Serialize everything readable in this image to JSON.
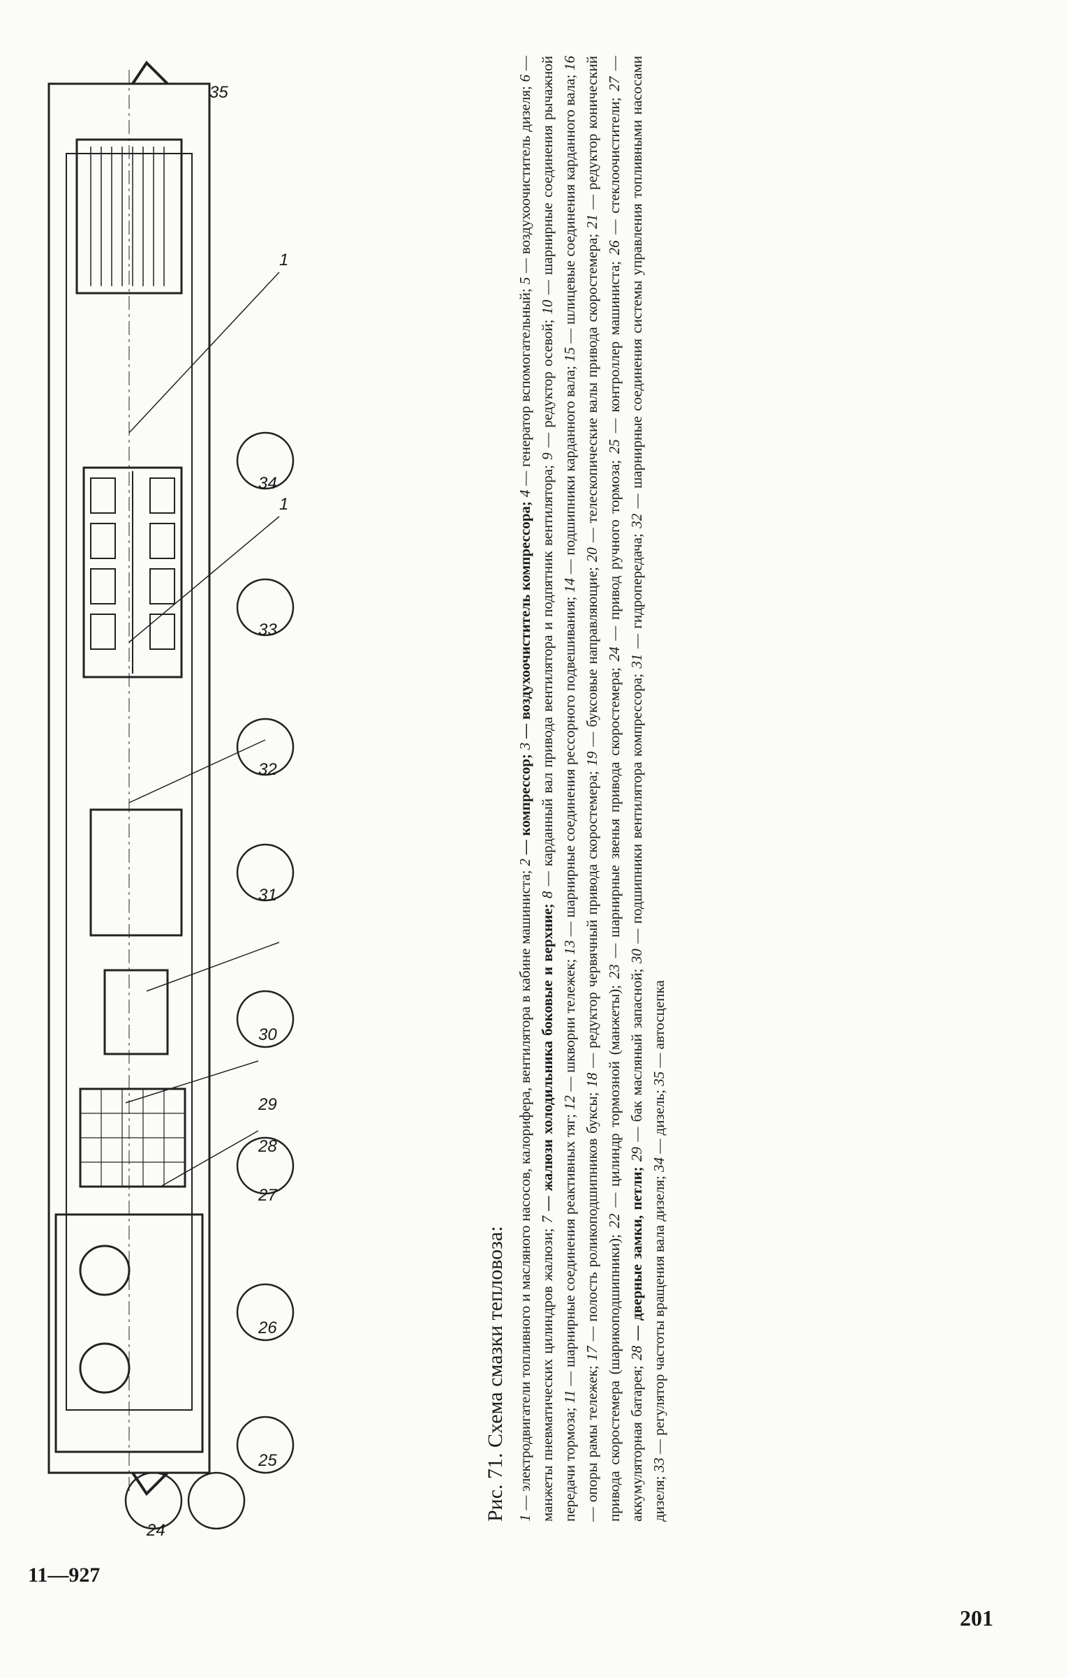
{
  "caption": {
    "title": "Рис. 71. Схема смазки тепловоза:",
    "items": [
      {
        "n": "1",
        "text": "электродвигатели топливного и масляного насосов, калорифера, вентилятора в кабине машиниста;",
        "bold": false
      },
      {
        "n": "2",
        "text": "компрессор;",
        "bold": true
      },
      {
        "n": "3",
        "text": "воздухоочиститель компрессора;",
        "bold": true
      },
      {
        "n": "4",
        "text": "генератор вспомогательный;",
        "bold": false
      },
      {
        "n": "5",
        "text": "воздухоочиститель дизеля;",
        "bold": false
      },
      {
        "n": "6",
        "text": "манжеты пневматических цилиндров жалюзи;",
        "bold": false
      },
      {
        "n": "7",
        "text": "жалюзи холодильника боковые и верхние;",
        "bold": true
      },
      {
        "n": "8",
        "text": "карданный вал привода вентилятора и подпятник вентилятора;",
        "bold": false
      },
      {
        "n": "9",
        "text": "редуктор осевой;",
        "bold": false
      },
      {
        "n": "10",
        "text": "шарнирные соединения рычажной передачи тормоза;",
        "bold": false
      },
      {
        "n": "11",
        "text": "шарнирные соединения реактивных тяг;",
        "bold": false
      },
      {
        "n": "12",
        "text": "шкворни тележек;",
        "bold": false
      },
      {
        "n": "13",
        "text": "шарнирные соединения рессорного подвешивания;",
        "bold": false
      },
      {
        "n": "14",
        "text": "подшипники карданного вала;",
        "bold": false
      },
      {
        "n": "15",
        "text": "шлицевые соединения карданного вала;",
        "bold": false
      },
      {
        "n": "16",
        "text": "опоры рамы тележек;",
        "bold": false
      },
      {
        "n": "17",
        "text": "полость роликоподшипников буксы;",
        "bold": false
      },
      {
        "n": "18",
        "text": "редуктор червячный привода скоростемера;",
        "bold": false
      },
      {
        "n": "19",
        "text": "буксовые направляющие;",
        "bold": false
      },
      {
        "n": "20",
        "text": "телескопические валы привода скоростемера;",
        "bold": false
      },
      {
        "n": "21",
        "text": "редуктор конический привода скоростемера (шарикоподшипники);",
        "bold": false
      },
      {
        "n": "22",
        "text": "цилиндр тормозной (манжеты);",
        "bold": false
      },
      {
        "n": "23",
        "text": "шарнирные звенья привода скоростемера;",
        "bold": false
      },
      {
        "n": "24",
        "text": "привод ручного тормоза;",
        "bold": false
      },
      {
        "n": "25",
        "text": "контроллер машиниста;",
        "bold": false
      },
      {
        "n": "26",
        "text": "стеклоочистители;",
        "bold": false
      },
      {
        "n": "27",
        "text": "аккумуляторная батарея;",
        "bold": false
      },
      {
        "n": "28",
        "text": "дверные замки, петли;",
        "bold": true
      },
      {
        "n": "29",
        "text": "бак масляный запасной;",
        "bold": false
      },
      {
        "n": "30",
        "text": "подшипники вентилятора компрессора;",
        "bold": false
      },
      {
        "n": "31",
        "text": "гидропередача;",
        "bold": false
      },
      {
        "n": "32",
        "text": "шарнирные соединения системы управления топливными насосами дизеля;",
        "bold": false
      },
      {
        "n": "33",
        "text": "регулятор частоты вращения вала дизеля;",
        "bold": false
      },
      {
        "n": "34",
        "text": "дизель;",
        "bold": false
      },
      {
        "n": "35",
        "text": "автосцепка",
        "bold": false
      }
    ]
  },
  "diagram": {
    "callouts": [
      "1",
      "1",
      "24",
      "25",
      "26",
      "27",
      "28",
      "29",
      "30",
      "31",
      "32",
      "33",
      "34",
      "35"
    ]
  },
  "footer": {
    "signature": "11—927",
    "page_number": "201"
  }
}
